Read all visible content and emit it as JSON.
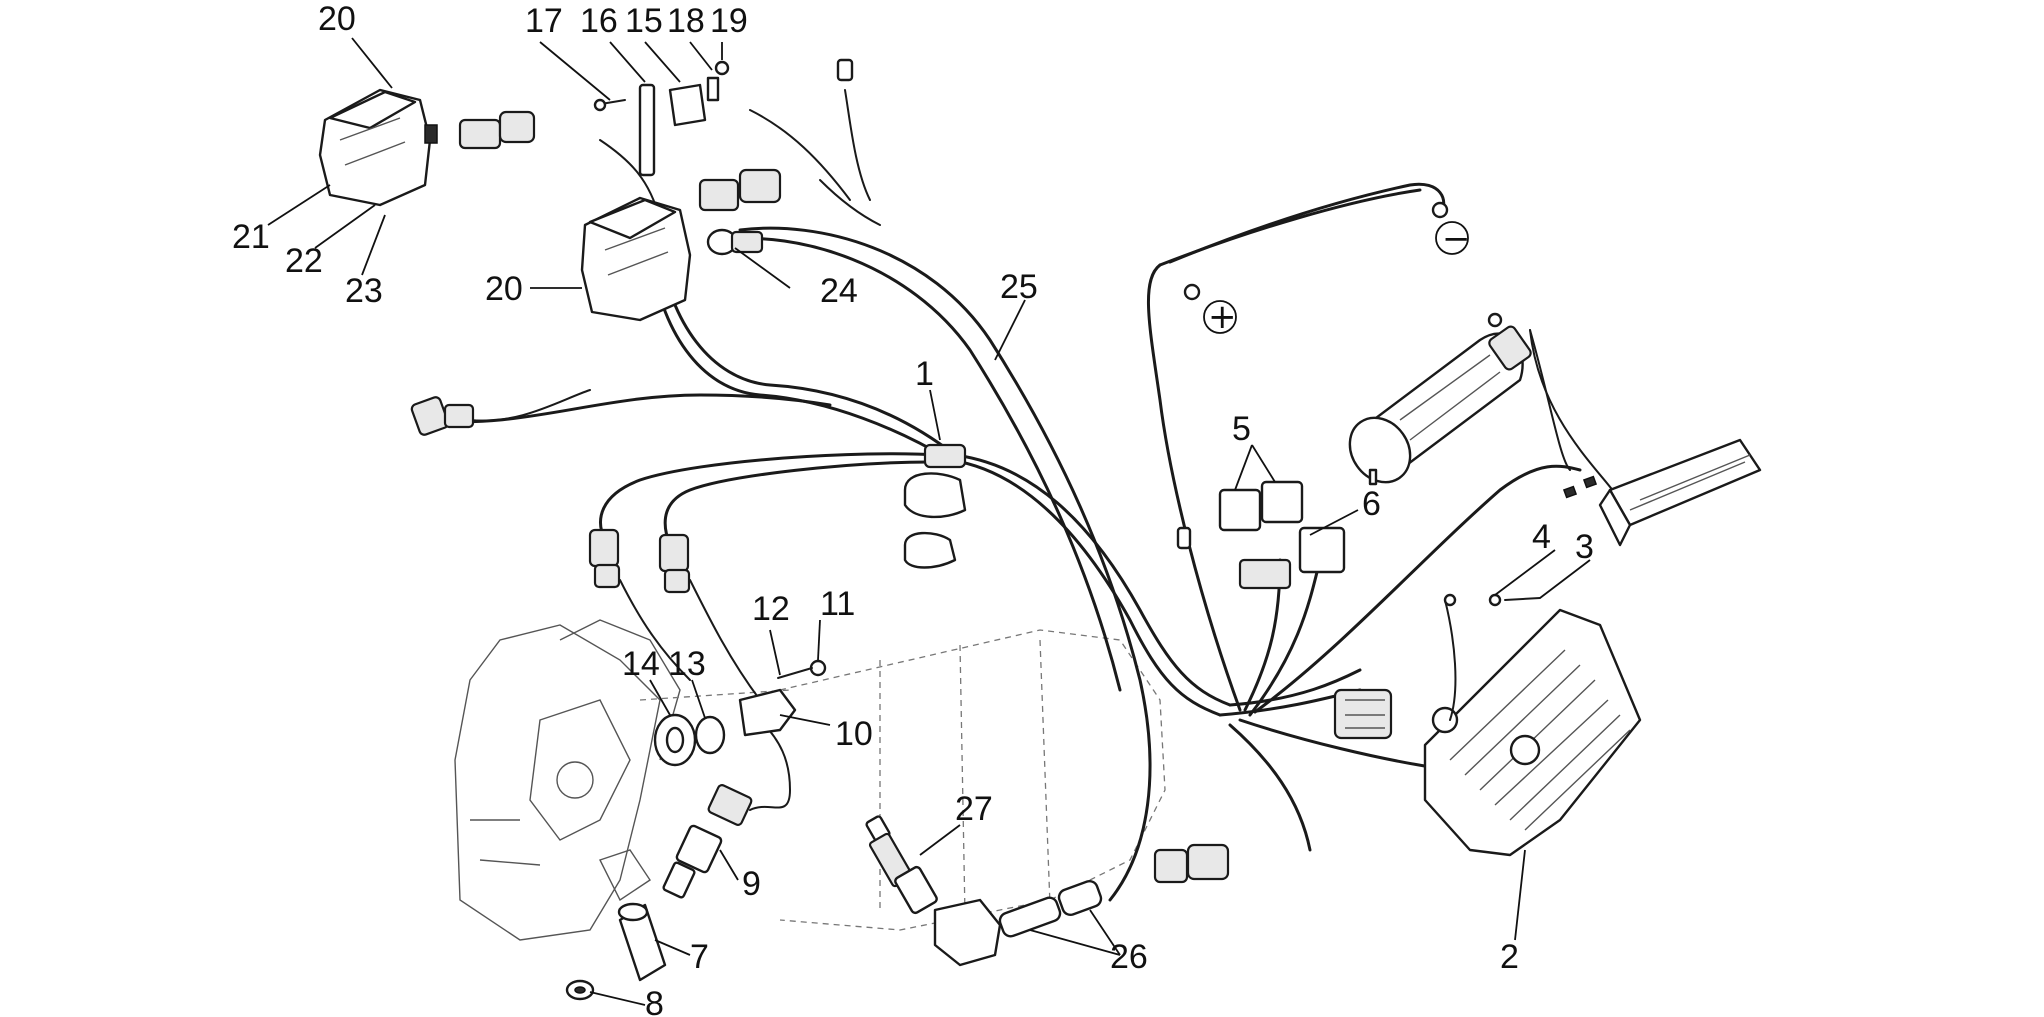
{
  "callouts": {
    "c1": "1",
    "c2": "2",
    "c3": "3",
    "c4": "4",
    "c5": "5",
    "c6": "6",
    "c7": "7",
    "c8": "8",
    "c9": "9",
    "c10": "10",
    "c11": "11",
    "c12": "12",
    "c13": "13",
    "c14": "14",
    "c15": "15",
    "c16": "16",
    "c17": "17",
    "c18": "18",
    "c19": "19",
    "c20a": "20",
    "c20b": "20",
    "c21": "21",
    "c22": "22",
    "c23": "23",
    "c24": "24",
    "c25": "25",
    "c26": "26",
    "c27": "27"
  },
  "terminals": {
    "plus": "+",
    "minus": "−"
  }
}
